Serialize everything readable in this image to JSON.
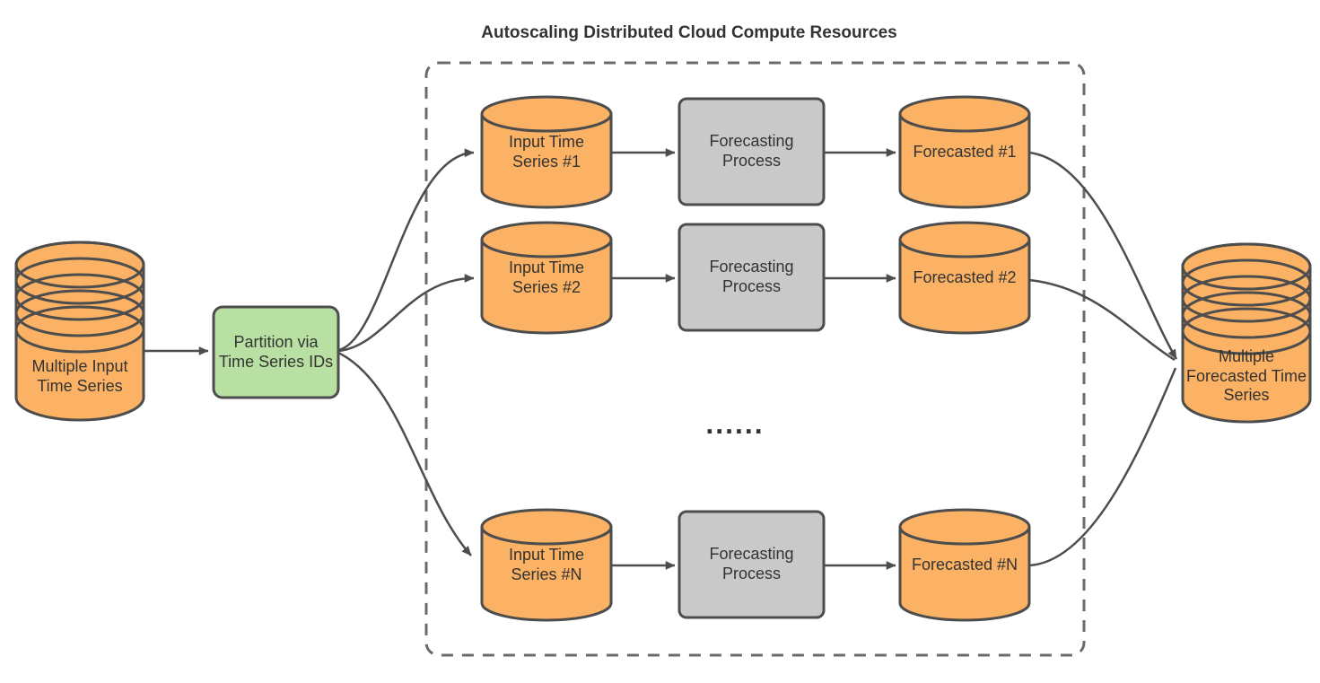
{
  "diagram": {
    "container_title": "Autoscaling Distributed Cloud Compute Resources",
    "source_store": "Multiple Input Time Series",
    "partition_step": "Partition via Time Series IDs",
    "ellipsis": "......",
    "sink_store": "Multiple Forecasted Time Series"
  },
  "rows": [
    {
      "input": "Input Time Series #1",
      "process": "Forecasting Process",
      "output": "Forecasted #1"
    },
    {
      "input": "Input Time Series #2",
      "process": "Forecasting Process",
      "output": "Forecasted #2"
    },
    {
      "input": "Input Time Series #N",
      "process": "Forecasting Process",
      "output": "Forecasted #N"
    }
  ],
  "colors": {
    "bg": "#FFFFFF",
    "cylinder_fill": "#FBB264",
    "process_fill": "#C9C9C9",
    "partition_fill": "#B9E0A3",
    "stroke": "#4D4D4D",
    "connector": "#4D4D4D",
    "dash": "#6B6B6B",
    "text": "#333333"
  }
}
